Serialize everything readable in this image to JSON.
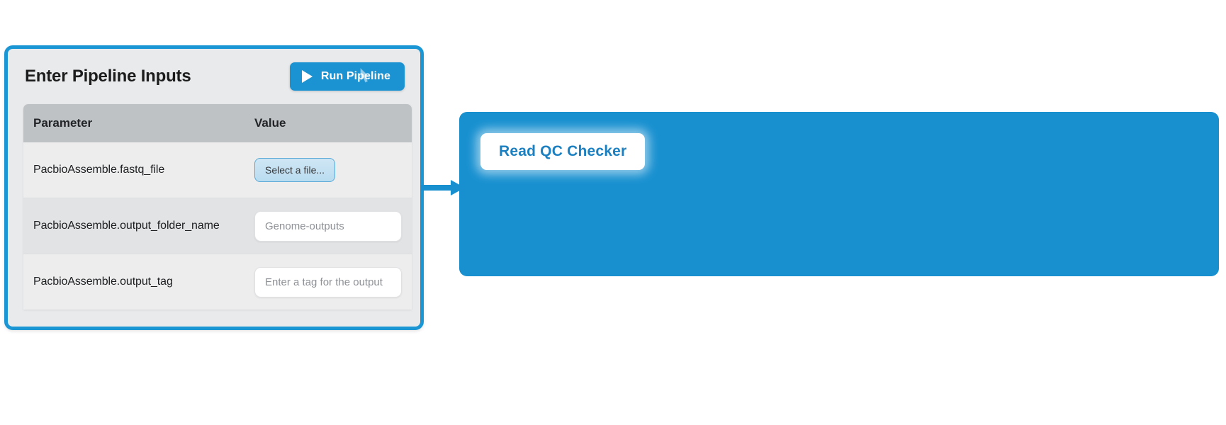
{
  "inputs_card": {
    "title": "Enter Pipeline Inputs",
    "run_button": {
      "label": "Run Pipeline",
      "icon": "play-icon",
      "color": "#1b92d1"
    },
    "table": {
      "columns": [
        "Parameter",
        "Value"
      ],
      "rows": [
        {
          "parameter": "PacbioAssemble.fastq_file",
          "control": "button",
          "label": "Select a file...",
          "value": ""
        },
        {
          "parameter": "PacbioAssemble.output_folder_name",
          "control": "text",
          "value": "Genome-outputs",
          "placeholder": "Genome-outputs"
        },
        {
          "parameter": "PacbioAssemble.output_tag",
          "control": "text",
          "value": "",
          "placeholder": "Enter a tag for the output"
        }
      ]
    },
    "border_color": "#1b96d4"
  },
  "connector": {
    "icon": "arrow-right-icon",
    "color": "#1890d0"
  },
  "qc_panel": {
    "node_label": "Read QC Checker",
    "background_color": "#1890d0",
    "label_color": "#1b7fc0"
  }
}
